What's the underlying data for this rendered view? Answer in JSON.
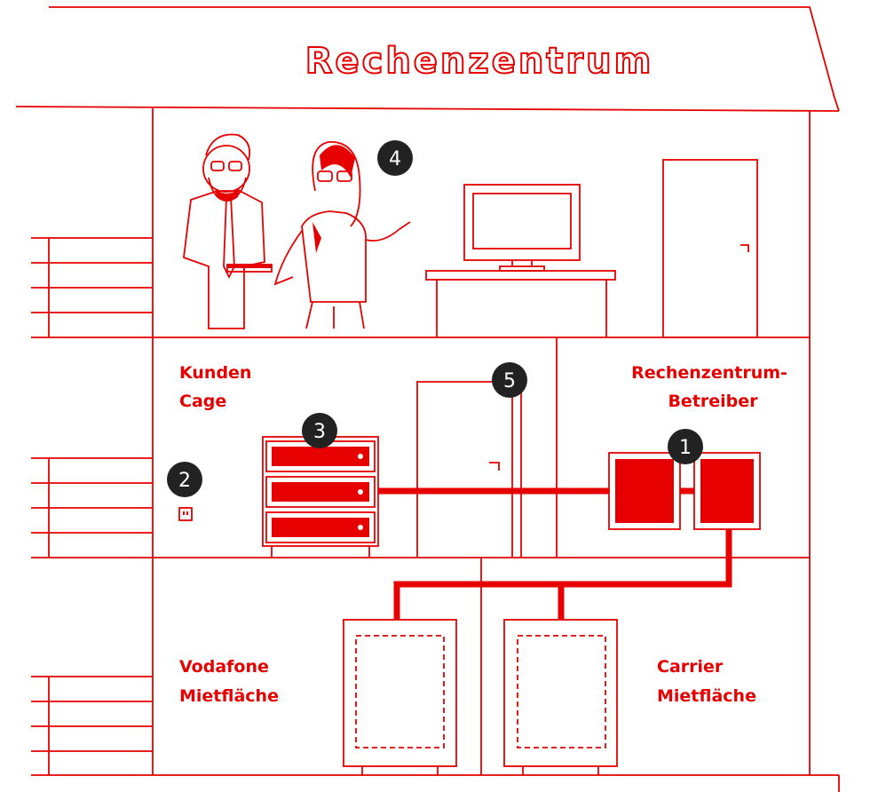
{
  "building": {
    "title": "Rechenzentrum",
    "colors": {
      "accent": "#e60000",
      "badge": "#222222",
      "background": "#ffffff"
    }
  },
  "rooms": {
    "customer_cage": {
      "line1": "Kunden",
      "line2": "Cage"
    },
    "operator": {
      "line1": "Rechenzentrum-",
      "line2": "Betreiber"
    },
    "vodafone": {
      "line1": "Vodafone",
      "line2": "Mietfläche"
    },
    "carrier": {
      "line1": "Carrier",
      "line2": "Mietfläche"
    }
  },
  "markers": [
    "1",
    "2",
    "3",
    "4",
    "5"
  ],
  "icons": [
    "person-man-icon",
    "person-woman-icon",
    "monitor-icon",
    "door-icon",
    "server-rack-icon",
    "socket-icon",
    "network-cabinet-icon"
  ]
}
